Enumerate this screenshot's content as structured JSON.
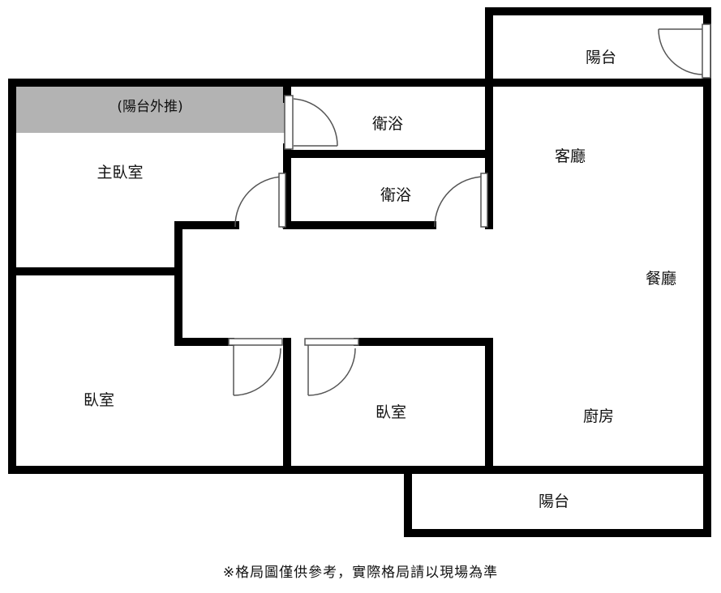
{
  "colors": {
    "wall": "#000000",
    "shaded_area": "#b3b3b3",
    "door_line": "#555555",
    "background": "#ffffff"
  },
  "rooms": {
    "balcony_extension": "(陽台外推)",
    "master_bedroom": "主臥室",
    "bathroom_1": "衛浴",
    "bathroom_2": "衛浴",
    "balcony_top": "陽台",
    "living_room": "客廳",
    "dining_room": "餐廳",
    "bedroom_left": "臥室",
    "bedroom_middle": "臥室",
    "kitchen": "廚房",
    "balcony_bottom": "陽台"
  },
  "caption": "※格局圖僅供參考，實際格局請以現場為準"
}
